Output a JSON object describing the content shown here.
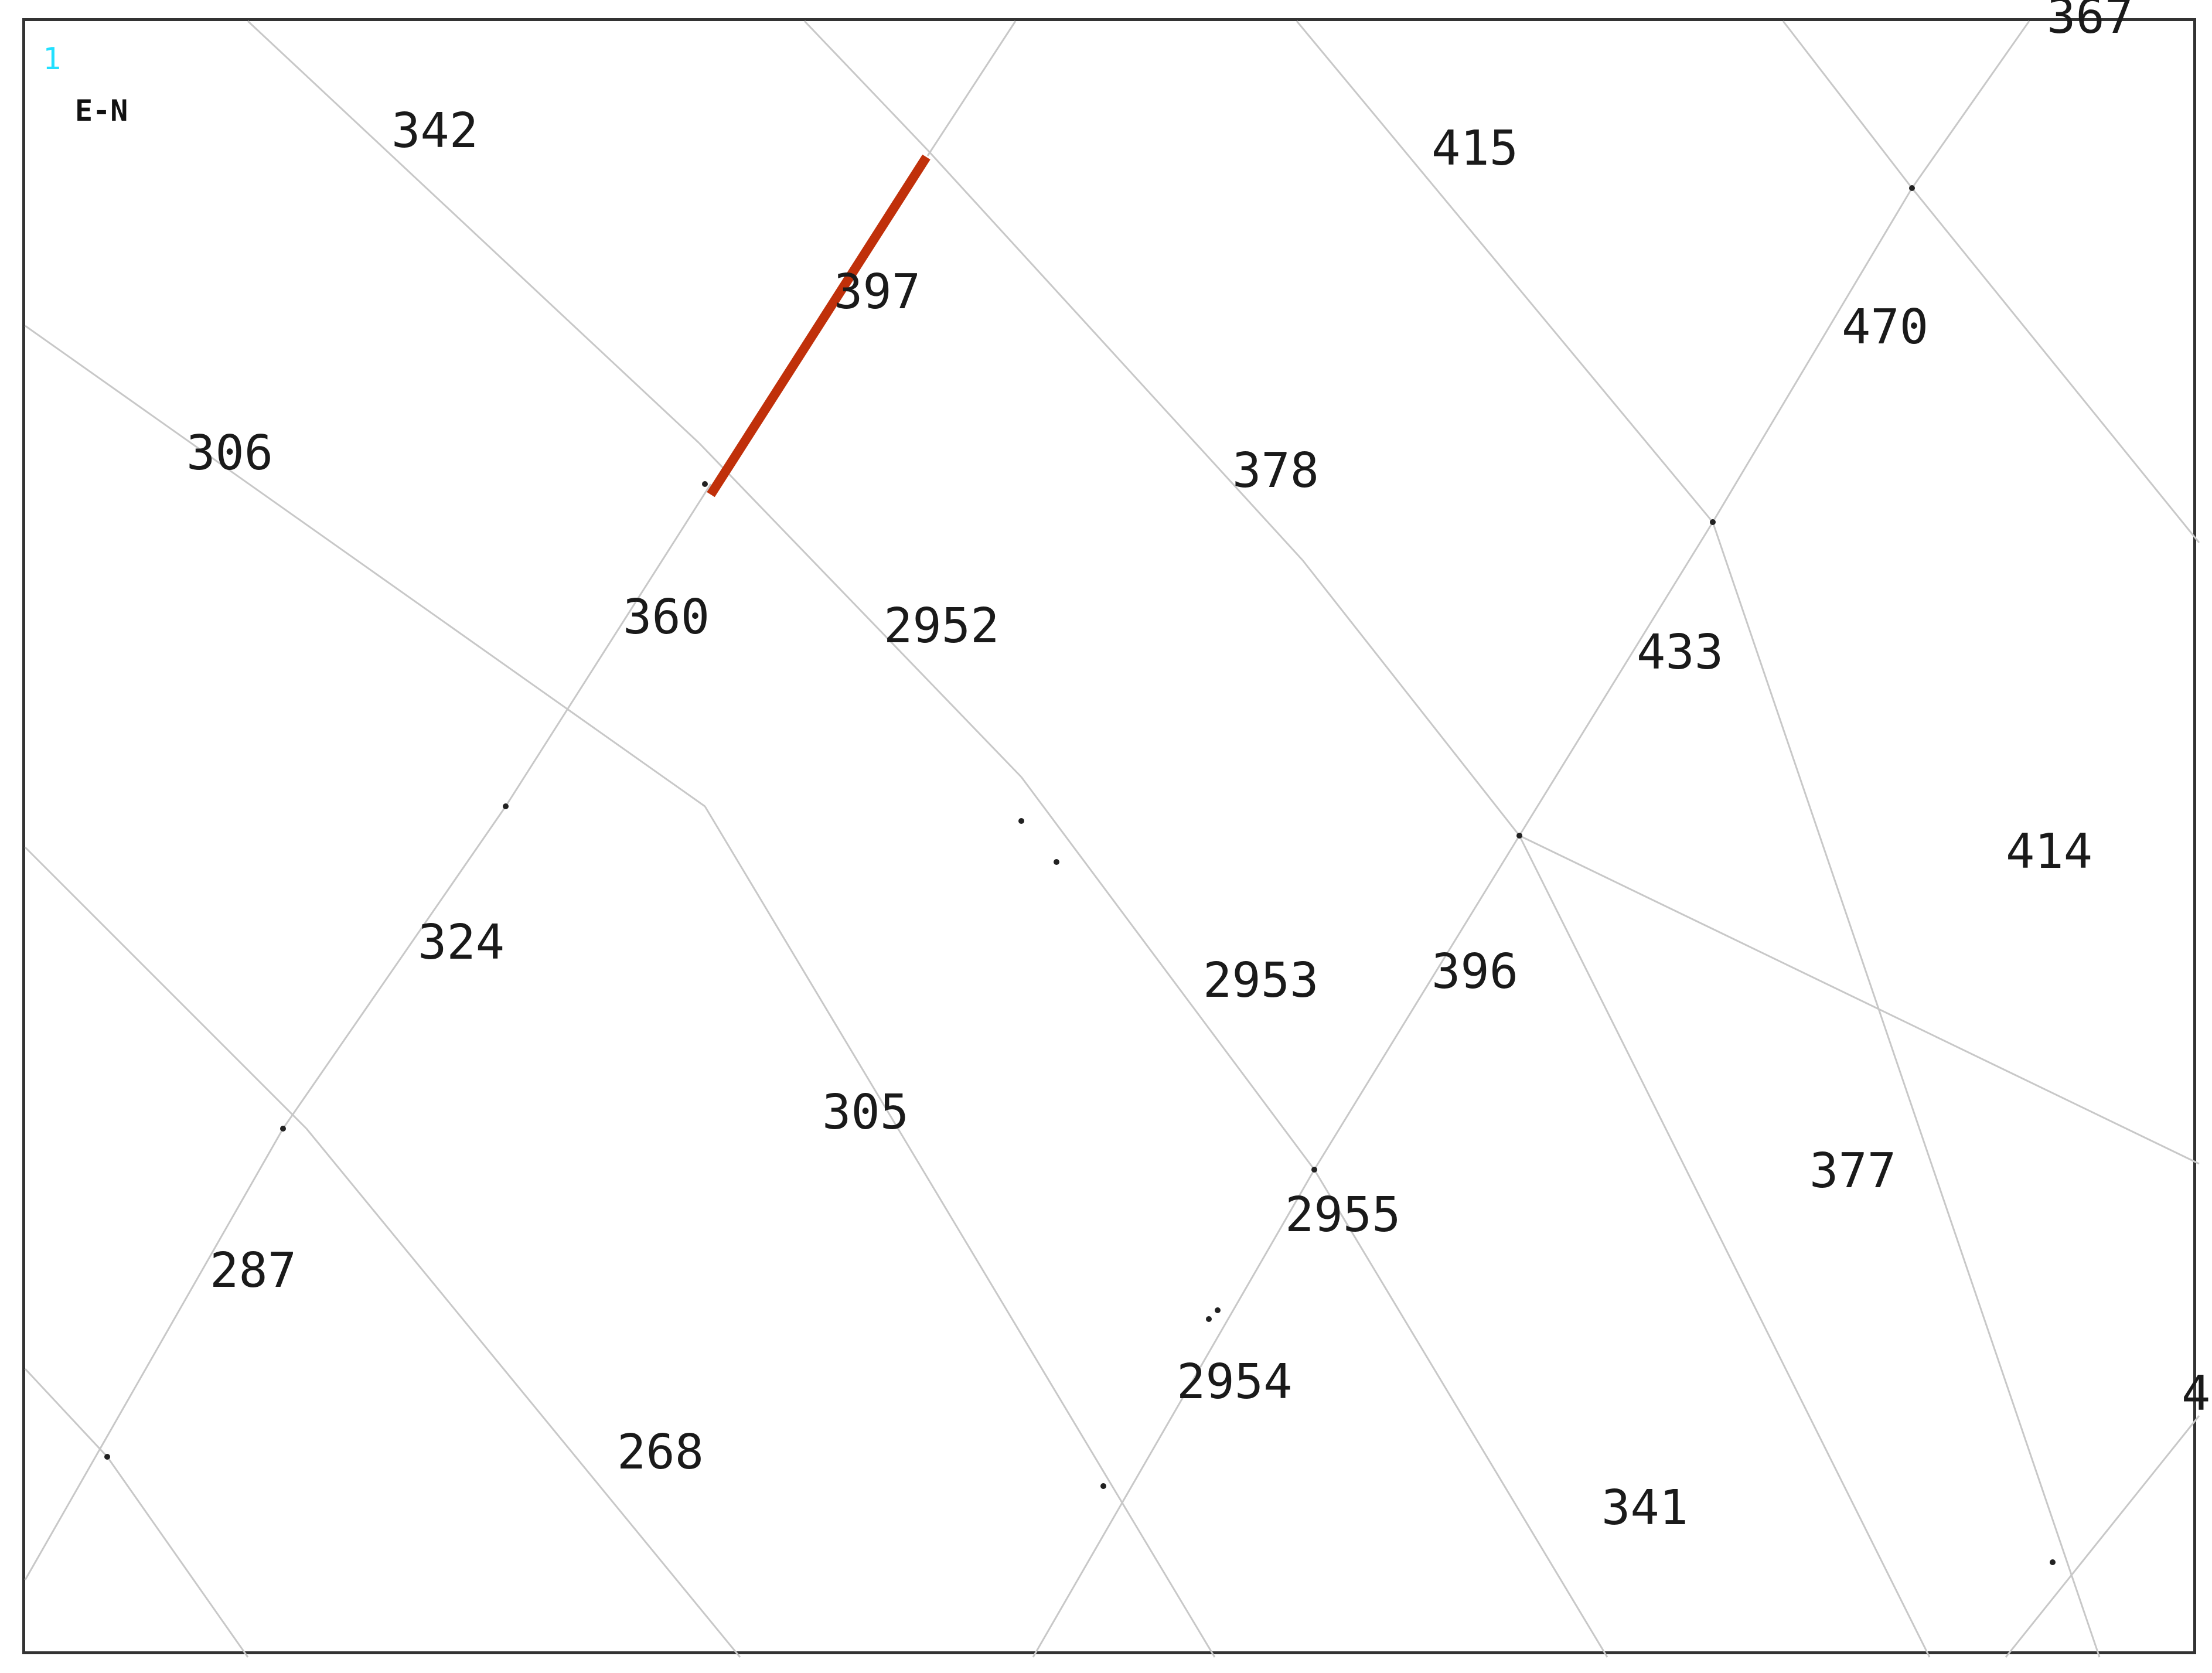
{
  "window_number": "1",
  "coord_system_label": "E-N",
  "highlight_color": "#c0300a",
  "mesh_line_color": "#c8c8c8",
  "element_labels": [
    {
      "id": "e342",
      "text": "342"
    },
    {
      "id": "e415",
      "text": "415"
    },
    {
      "id": "e397",
      "text": "397"
    },
    {
      "id": "e470",
      "text": "470"
    },
    {
      "id": "e306",
      "text": "306"
    },
    {
      "id": "e378",
      "text": "378"
    },
    {
      "id": "e360",
      "text": "360"
    },
    {
      "id": "e2952",
      "text": "2952"
    },
    {
      "id": "e433",
      "text": "433"
    },
    {
      "id": "e414",
      "text": "414"
    },
    {
      "id": "e324",
      "text": "324"
    },
    {
      "id": "e2953",
      "text": "2953"
    },
    {
      "id": "e396",
      "text": "396"
    },
    {
      "id": "e305",
      "text": "305"
    },
    {
      "id": "e377",
      "text": "377"
    },
    {
      "id": "e2955",
      "text": "2955"
    },
    {
      "id": "e287",
      "text": "287"
    },
    {
      "id": "e2954",
      "text": "2954"
    },
    {
      "id": "e268",
      "text": "268"
    },
    {
      "id": "e341",
      "text": "341"
    },
    {
      "id": "e367",
      "text": "367"
    },
    {
      "id": "e4xx",
      "text": "4"
    }
  ]
}
